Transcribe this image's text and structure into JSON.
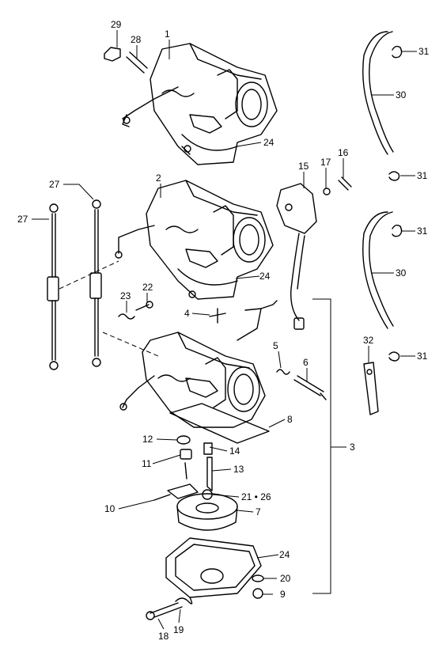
{
  "callouts": {
    "c1": "1",
    "c2": "2",
    "c3": "3",
    "c4": "4",
    "c5": "5",
    "c6": "6",
    "c7": "7",
    "c8": "8",
    "c9": "9",
    "c10": "10",
    "c11": "11",
    "c12": "12",
    "c13": "13",
    "c14": "14",
    "c15": "15",
    "c16": "16",
    "c17": "17",
    "c18": "18",
    "c19": "19",
    "c20": "20",
    "c21_26": "21 • 26",
    "c22": "22",
    "c23": "23",
    "c24a": "24",
    "c24b": "24",
    "c24c": "24",
    "c27a": "27",
    "c27b": "27",
    "c28": "28",
    "c29": "29",
    "c30a": "30",
    "c30b": "30",
    "c31a": "31",
    "c31b": "31",
    "c31c": "31",
    "c31d": "31",
    "c32": "32"
  }
}
